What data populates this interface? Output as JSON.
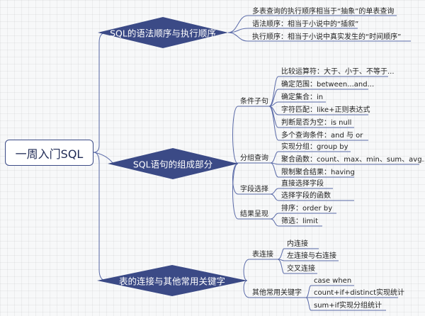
{
  "root": "一周入门SQL",
  "branches": [
    {
      "label": "SQL的语法顺序与执行顺序",
      "items": [
        "多表查询的执行顺序相当于“抽象”的单表查询",
        "语法顺序：相当于小说中的“插叙”",
        "执行顺序：相当于小说中真实发生的“时间顺序”"
      ]
    },
    {
      "label": "SQL语句的组成部分",
      "groups": [
        {
          "label": "条件子句",
          "items": [
            "比较运算符：大于、小于、不等于...",
            "确定范围：between...and...",
            "确定集合：in",
            "字符匹配：like+正则表达式",
            "判断是否为空：is null",
            "多个查询条件：and 与 or"
          ]
        },
        {
          "label": "分组查询",
          "items": [
            "实现分组：group by",
            "聚合函数：count、max、min、sum、avg...",
            "限制聚合结果：having"
          ]
        },
        {
          "label": "字段选择",
          "items": [
            "直接选择字段",
            "选择字段的函数"
          ]
        },
        {
          "label": "结果呈现",
          "items": [
            "排序：order by",
            "筛选：limit"
          ]
        }
      ]
    },
    {
      "label": "表的连接与其他常用关键字",
      "groups": [
        {
          "label": "表连接",
          "items": [
            "内连接",
            "左连接与右连接",
            "交叉连接"
          ]
        },
        {
          "label": "其他常用关键字",
          "items": [
            "case when",
            "count+if+distinct实现统计",
            "sum+if实现分组统计"
          ]
        }
      ]
    }
  ],
  "colors": {
    "diamond": "#3b4a86",
    "line": "#5a6aa8"
  }
}
